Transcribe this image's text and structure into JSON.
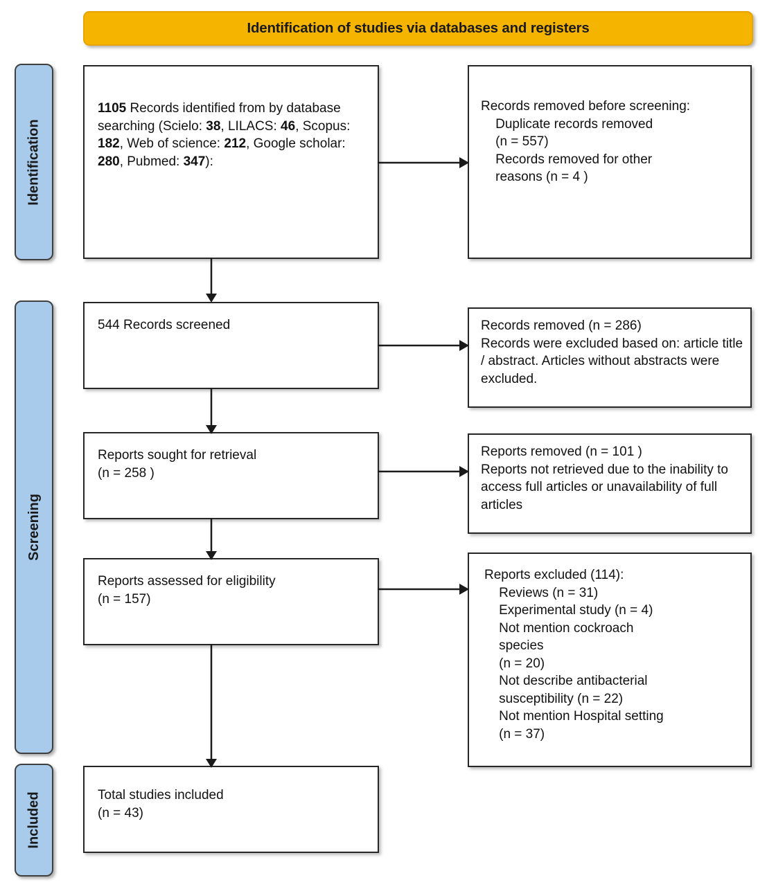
{
  "banner": {
    "title": "Identification of studies via databases and registers",
    "color": "#F5B400"
  },
  "stages": {
    "identification": "Identification",
    "screening": "Screening",
    "included": "Included",
    "color": "#A8CBEC"
  },
  "boxes": {
    "identified": {
      "text": "1105 Records identified from by database searching (Scielo: 38, LILACS: 46, Scopus: 182, Web of science: 212, Google scholar: 280, Pubmed: 347):",
      "total": "1105",
      "sources": [
        {
          "name": "Scielo",
          "count": "38"
        },
        {
          "name": "LILACS",
          "count": "46"
        },
        {
          "name": "Scopus",
          "count": "182"
        },
        {
          "name": "Web of science",
          "count": "212"
        },
        {
          "name": "Google scholar",
          "count": "280"
        },
        {
          "name": "Pubmed",
          "count": "347"
        }
      ]
    },
    "removed_before": {
      "text": "Records removed before screening:\n    Duplicate records removed\n    (n = 557)\n    Records removed for other\n    reasons (n = 4 )",
      "heading": "Records removed before screening:",
      "items": [
        {
          "label": "Duplicate records removed",
          "n": "557"
        },
        {
          "label": "Records removed for other reasons",
          "n": "4"
        }
      ]
    },
    "screened": {
      "text": "544 Records screened",
      "n": "544"
    },
    "removed_screening": {
      "text": "Records removed (n = 286)\nRecords were excluded based on: article title / abstract. Articles without abstracts were excluded.",
      "n": "286"
    },
    "sought": {
      "text": "Reports sought for retrieval\n(n = 258 )",
      "n": "258"
    },
    "removed_reports": {
      "text": "Reports removed (n = 101 )\nReports not retrieved due to the inability to access full articles or unavailability of full articles",
      "n": "101"
    },
    "assessed": {
      "text": "Reports assessed for eligibility\n(n = 157)",
      "n": "157"
    },
    "excluded": {
      "text": "Reports excluded (114):\n    Reviews (n = 31)\n    Experimental study (n = 4)\n    Not mention cockroach\n    species\n    (n = 20)\n    Not describe antibacterial\n    susceptibility (n = 22)\n    Not mention Hospital setting\n    (n = 37)",
      "heading": "Reports excluded (114):",
      "total": "114",
      "items": [
        {
          "label": "Reviews",
          "n": "31"
        },
        {
          "label": "Experimental study",
          "n": "4"
        },
        {
          "label": "Not mention cockroach species",
          "n": "20"
        },
        {
          "label": "Not describe antibacterial susceptibility",
          "n": "22"
        },
        {
          "label": "Not mention Hospital setting",
          "n": "37"
        }
      ]
    },
    "included": {
      "text": "Total studies included\n(n = 43)",
      "n": "43"
    }
  }
}
